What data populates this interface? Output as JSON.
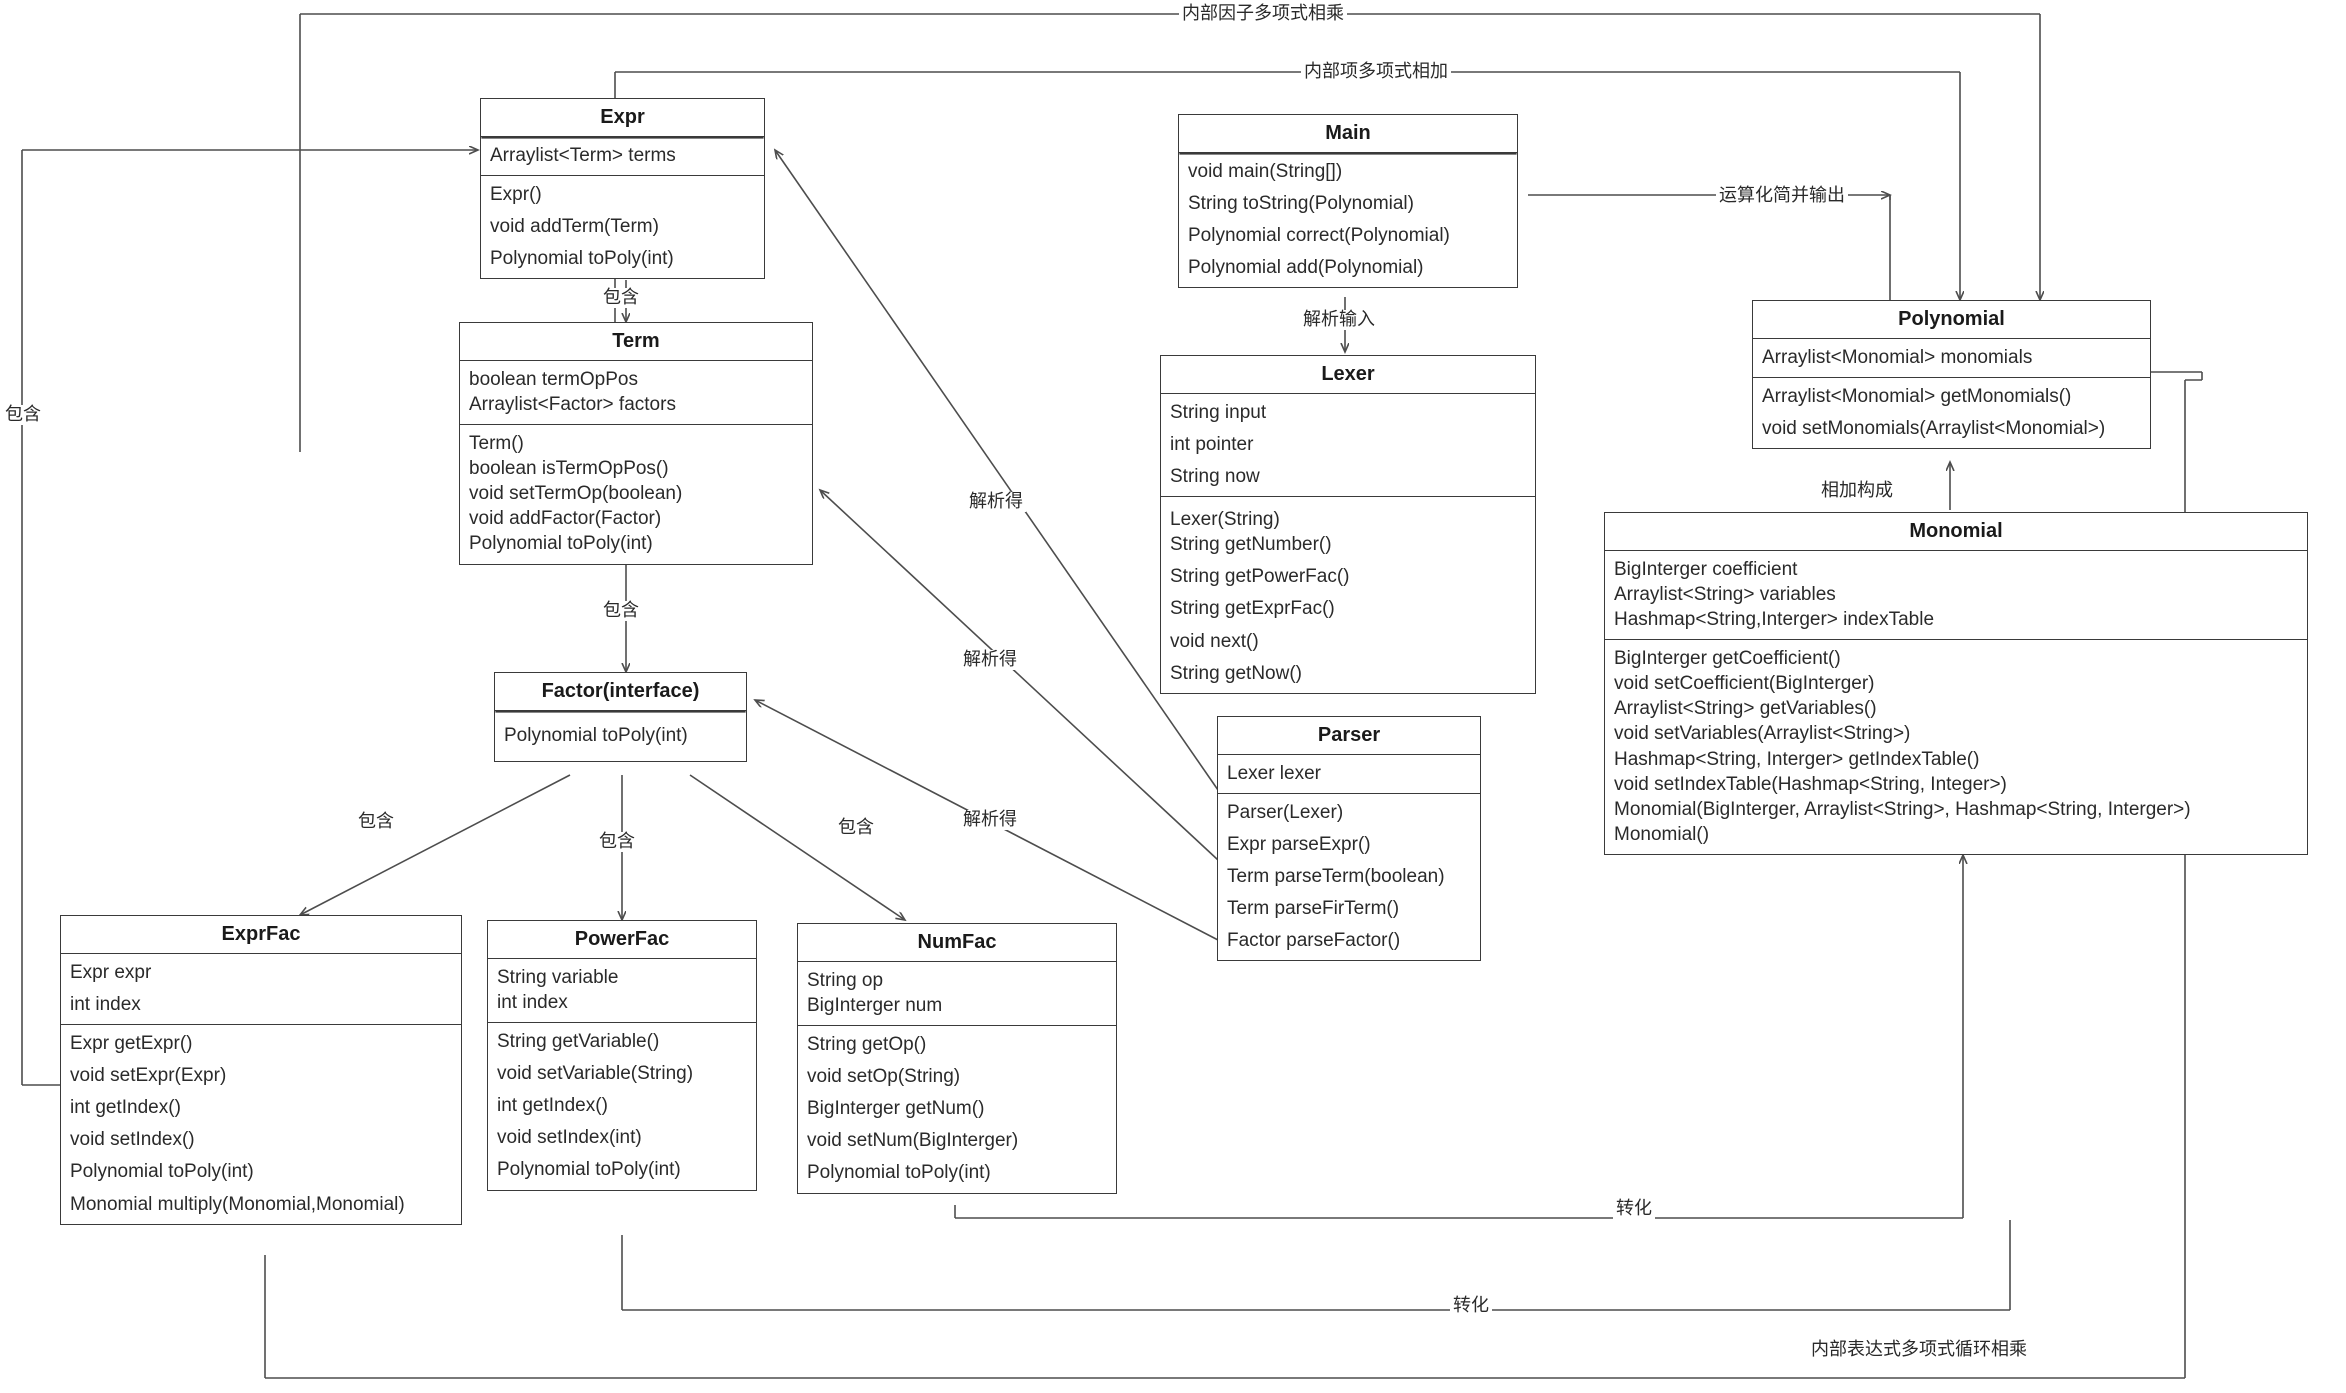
{
  "diagram": {
    "type": "uml-class-diagram",
    "classes": [
      {
        "id": "expr",
        "name": "Expr",
        "attributes": [
          "Arraylist<Term> terms"
        ],
        "methods": [
          "Expr()",
          "void addTerm(Term)",
          "Polynomial toPoly(int)"
        ]
      },
      {
        "id": "term",
        "name": "Term",
        "attributes": [
          "boolean termOpPos",
          "Arraylist<Factor> factors"
        ],
        "methods": [
          "Term()",
          "boolean isTermOpPos()",
          "void setTermOp(boolean)",
          "void addFactor(Factor)",
          "Polynomial toPoly(int)"
        ]
      },
      {
        "id": "factor",
        "name": "Factor(interface)",
        "attributes": [],
        "methods": [
          "Polynomial toPoly(int)"
        ]
      },
      {
        "id": "main",
        "name": "Main",
        "attributes": [],
        "methods": [
          "void main(String[])",
          "String toString(Polynomial)",
          "Polynomial correct(Polynomial)",
          "Polynomial add(Polynomial)"
        ]
      },
      {
        "id": "lexer",
        "name": "Lexer",
        "attributes": [
          "String input",
          "int pointer",
          "String now"
        ],
        "methods": [
          "Lexer(String)",
          "String getNumber()",
          "String getPowerFac()",
          "String getExprFac()",
          "void next()",
          "String getNow()"
        ]
      },
      {
        "id": "parser",
        "name": "Parser",
        "attributes": [
          "Lexer lexer"
        ],
        "methods": [
          "Parser(Lexer)",
          "Expr parseExpr()",
          "Term parseTerm(boolean)",
          "Term parseFirTerm()",
          "Factor parseFactor()"
        ]
      },
      {
        "id": "polynomial",
        "name": "Polynomial",
        "attributes": [
          "Arraylist<Monomial> monomials"
        ],
        "methods": [
          "Arraylist<Monomial> getMonomials()",
          "void setMonomials(Arraylist<Monomial>)"
        ]
      },
      {
        "id": "monomial",
        "name": "Monomial",
        "attributes": [
          "BigInterger coefficient",
          "Arraylist<String> variables",
          "Hashmap<String,Interger> indexTable"
        ],
        "methods": [
          "BigInterger getCoefficient()",
          "void setCoefficient(BigInterger)",
          "Arraylist<String> getVariables()",
          "void setVariables(Arraylist<String>)",
          "Hashmap<String, Interger> getIndexTable()",
          "void setIndexTable(Hashmap<String, Integer>)",
          "Monomial(BigInterger, Arraylist<String>, Hashmap<String, Interger>)",
          "Monomial()"
        ]
      },
      {
        "id": "exprfac",
        "name": "ExprFac",
        "attributes": [
          "Expr expr",
          "int index"
        ],
        "methods": [
          "Expr getExpr()",
          "void setExpr(Expr)",
          "int getIndex()",
          "void setIndex()",
          "Polynomial toPoly(int)",
          "Monomial multiply(Monomial,Monomial)"
        ]
      },
      {
        "id": "powerfac",
        "name": "PowerFac",
        "attributes": [
          "String variable",
          "int index"
        ],
        "methods": [
          "String getVariable()",
          "void setVariable(String)",
          "int getIndex()",
          "void setIndex(int)",
          "Polynomial toPoly(int)"
        ]
      },
      {
        "id": "numfac",
        "name": "NumFac",
        "attributes": [
          "String op",
          "BigInterger num"
        ],
        "methods": [
          "String getOp()",
          "void setOp(String)",
          "BigInterger getNum()",
          "void setNum(BigInterger)",
          "Polynomial toPoly(int)"
        ]
      }
    ],
    "edge_labels": {
      "inner_factor_poly_multiply": "内部因子多项式相乘",
      "inner_term_poly_add": "内部项多项式相加",
      "contains_expr_term": "包含",
      "contains_term_factor": "包含",
      "contains_factor_exprfac": "包含",
      "contains_factor_powerfac": "包含",
      "contains_factor_numfac": "包含",
      "contains_left_outer": "包含",
      "parse_input": "解析输入",
      "parsed_expr": "解析得",
      "parsed_term": "解析得",
      "parsed_factor": "解析得",
      "simplify_output": "运算化简并输出",
      "add_compose": "相加构成",
      "convert_numfac": "转化",
      "convert_powerfac": "转化",
      "inner_expr_poly_loop_multiply": "内部表达式多项式循环相乘"
    },
    "colors": {
      "stroke": "#3a3a3a",
      "edge": "#4d4d4d",
      "text": "#1a1a1a",
      "background": "#ffffff"
    }
  }
}
